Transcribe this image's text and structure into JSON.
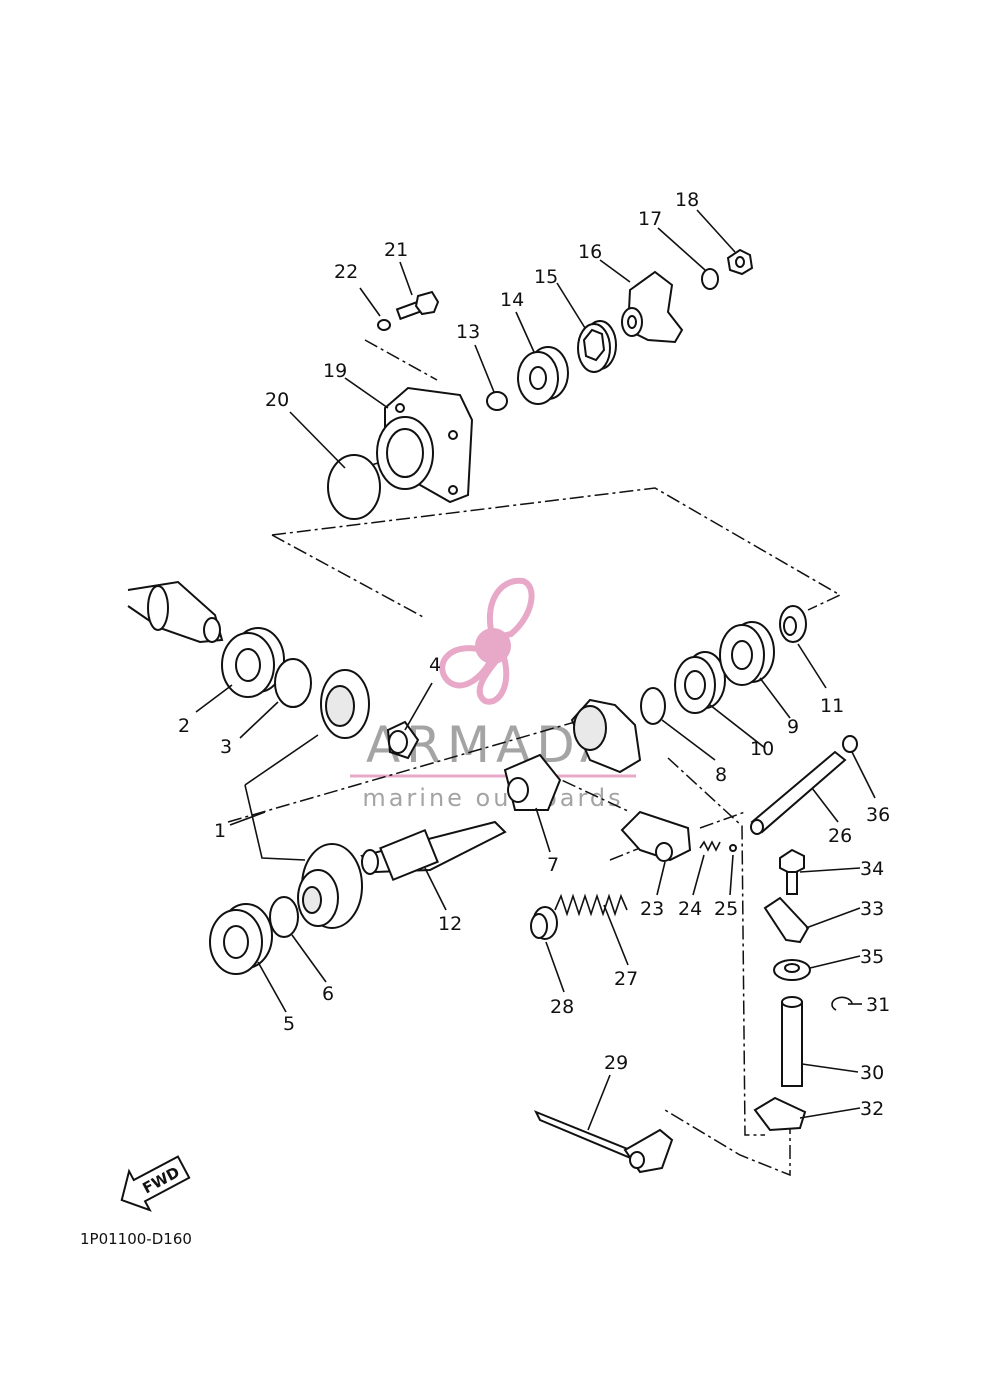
{
  "watermark": {
    "brand": "ARMADA",
    "tagline": "marine outboards",
    "colors": {
      "logo": "#e8a8c8",
      "text": "#9b9b9b",
      "underline": "#e8a8c8"
    }
  },
  "drawing_code": "1P01100-D160",
  "fwd_label": "FWD",
  "callouts": [
    "1",
    "2",
    "3",
    "4",
    "5",
    "6",
    "7",
    "8",
    "9",
    "10",
    "11",
    "12",
    "13",
    "14",
    "15",
    "16",
    "17",
    "18",
    "19",
    "20",
    "21",
    "22",
    "23",
    "24",
    "25",
    "26",
    "27",
    "28",
    "29",
    "30",
    "31",
    "32",
    "33",
    "34",
    "35",
    "36"
  ]
}
